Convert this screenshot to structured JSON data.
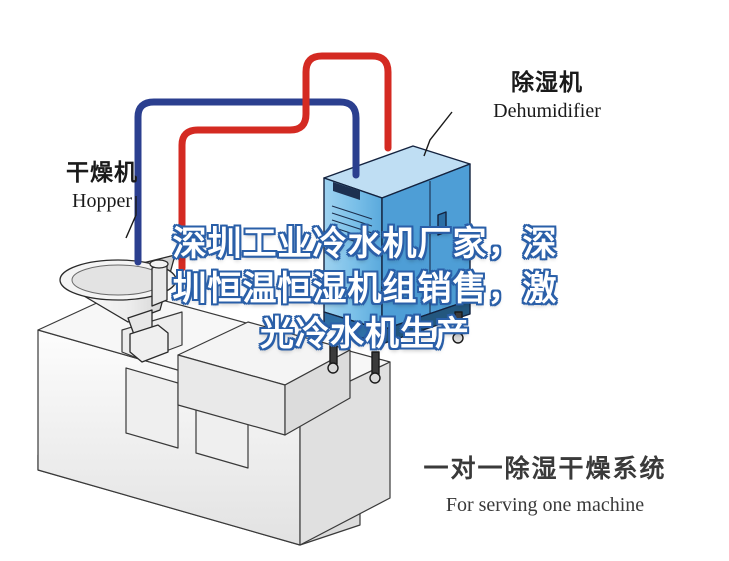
{
  "diagram": {
    "title_cn": "一对一除湿干燥系统",
    "title_en": "For serving one machine",
    "components": {
      "dehumidifier": {
        "label_cn": "除湿机",
        "label_en": "Dehumidifier"
      },
      "hopper": {
        "label_cn": "干燥机",
        "label_en": "Hopper"
      }
    },
    "colors": {
      "background": "#ffffff",
      "machine_body": "#7cc0e8",
      "machine_body_dark": "#4b9ad4",
      "machine_top": "#b9dcf2",
      "pipe_blue": "#2b3f8f",
      "pipe_red": "#d42a22",
      "outline": "#1a1a1a",
      "molding_machine": "#f2f2f2",
      "molding_shade": "#d8d8d8",
      "watermark_text": "#ffffff",
      "watermark_stroke": "#2a5fa8"
    }
  },
  "watermark": {
    "line1": "深圳工业冷水机厂家，深",
    "line2": "圳恒温恒湿机组销售，激",
    "line3": "光冷水机生产"
  }
}
